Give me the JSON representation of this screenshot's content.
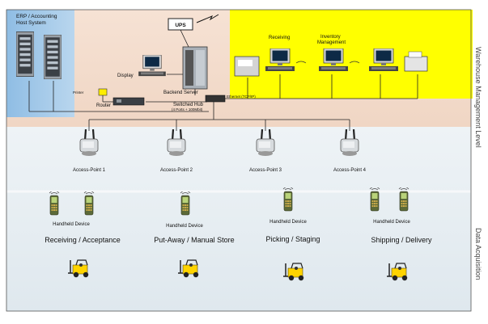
{
  "zones": {
    "erp_label_line1": "ERP / Accounting",
    "erp_label_line2": "Host System",
    "warehouse_level": "Warehouse Management Level",
    "data_acquisition": "Data Acquisition"
  },
  "nodes": {
    "ups": "UPS",
    "display": "Display",
    "backend_server": "Backend Server",
    "router": "Router",
    "printer": "Printer",
    "switched_hub_line1": "Switched Hub",
    "switched_hub_line2": "(4 Ports + 100Mbit)",
    "ethernet_label": "Ethernet (TCP/IP)",
    "receiving": "Receiving",
    "inventory_line1": "Inventory",
    "inventory_line2": "Management"
  },
  "access_points": [
    {
      "label": "Access-Point 1"
    },
    {
      "label": "Access-Point 2"
    },
    {
      "label": "Access-Point 3"
    },
    {
      "label": "Access-Point 4"
    }
  ],
  "stations": [
    {
      "device": "Handheld Device",
      "process": "Receiving / Acceptance"
    },
    {
      "device": "Handheld Device",
      "process": "Put-Away / Manual Store"
    },
    {
      "device": "Handheld Device",
      "process": "Picking / Staging"
    },
    {
      "device": "Handheld Device",
      "process": "Shipping / Delivery"
    }
  ],
  "colors": {
    "erp_blue": "#9fc6e6",
    "warehouse_yellow": "#ffff00",
    "peach": "#f3dccc",
    "data_acq": "#e8eef2",
    "device_green": "#b9d37a",
    "forklift_yellow": "#ffd400"
  }
}
